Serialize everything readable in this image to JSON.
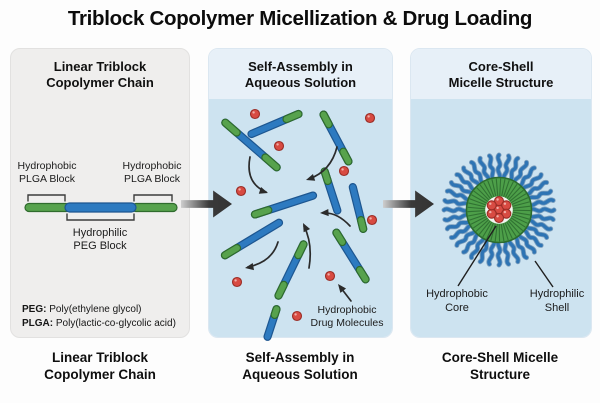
{
  "title": "Triblock Copolymer Micellization & Drug Loading",
  "panels": {
    "left": {
      "header": {
        "line1": "Linear Triblock",
        "line2": "Copolymer Chain"
      },
      "plga_left_label": {
        "line1": "Hydrophobic",
        "line2": "PLGA Block"
      },
      "plga_right_label": {
        "line1": "Hydrophobic",
        "line2": "PLGA Block"
      },
      "peg_label": {
        "line1": "Hydrophilic",
        "line2": "PEG Block"
      },
      "legend": {
        "peg_term": "PEG:",
        "peg_def": "Poly(ethylene glycol)",
        "plga_term": "PLGA:",
        "plga_def": "Poly(lactic-co-glycolic acid)"
      }
    },
    "middle": {
      "header": {
        "line1": "Self-Assembly in",
        "line2": "Aqueous Solution"
      },
      "drug_label": {
        "line1": "Hydrophobic",
        "line2": "Drug Molecules"
      }
    },
    "right": {
      "header": {
        "line1": "Core-Shell",
        "line2": "Micelle Structure"
      },
      "core_label": {
        "line1": "Hydrophobic",
        "line2": "Core"
      },
      "shell_label": {
        "line1": "Hydrophilic",
        "line2": "Shell"
      }
    }
  },
  "captions": {
    "left": {
      "line1": "Linear Triblock",
      "line2": "Copolymer Chain"
    },
    "middle": {
      "line1": "Self-Assembly in",
      "line2": "Aqueous Solution"
    },
    "right": {
      "line1": "Core-Shell Micelle",
      "line2": "Structure"
    }
  },
  "colors": {
    "peg_blue": "#2d7ac0",
    "plga_green": "#57a24d",
    "drug_red": "#d84b42",
    "panel_gray_bg": "#efeeed",
    "solution_blue_bg": "#cde3f0",
    "panel_header_blue_bg": "#e7f0f8",
    "process_arrow": "#333333"
  }
}
